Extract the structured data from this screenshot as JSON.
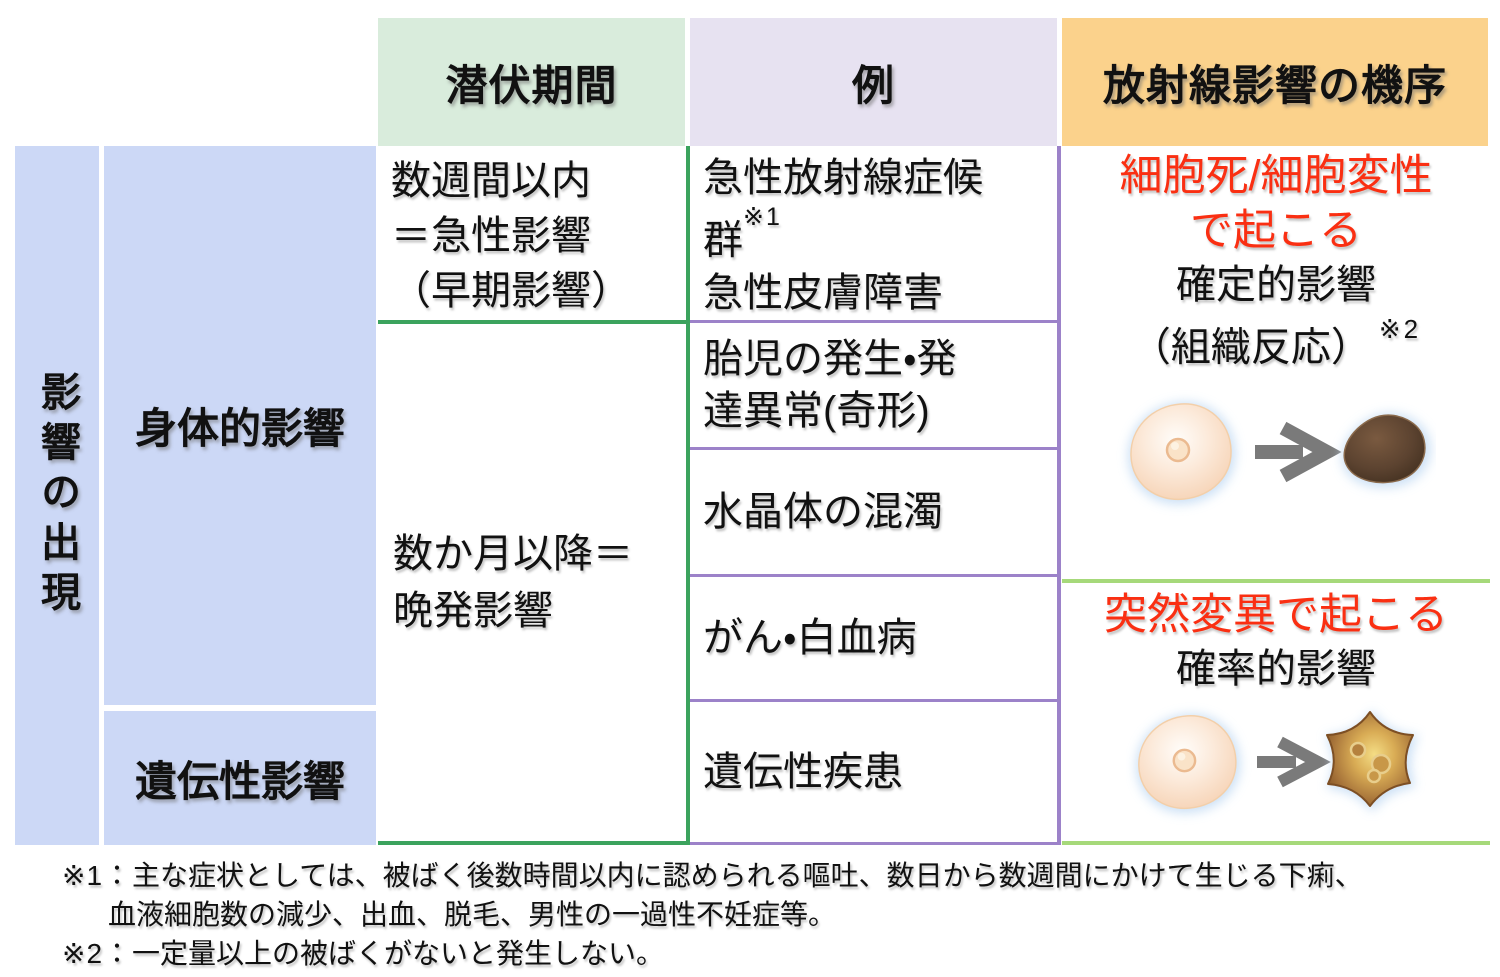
{
  "colors": {
    "header_latency_bg": "#d9ecdc",
    "header_example_bg": "#e7e2f1",
    "header_mechanism_bg": "#fbd28c",
    "row_label_bg": "#ccd8f6",
    "border_green": "#3ba35d",
    "border_light_green": "#a6d97a",
    "border_purple": "#9c82c9",
    "accent_red": "#fa2f12",
    "text_color": "#111111"
  },
  "table": {
    "corner_label": "影響の出現",
    "headers": {
      "latency": "潜伏期間",
      "examples": "例",
      "mechanism": "放射線影響の機序"
    },
    "row_groups": {
      "somatic": "身体的影響",
      "hereditary": "遺伝性影響"
    },
    "latency": {
      "acute": {
        "line1": "数週間以内",
        "line2": "＝急性影響",
        "line3": "（早期影響）"
      },
      "late": {
        "line1": "数か月以降＝",
        "line2": "晩発影響"
      }
    },
    "examples": {
      "acute_syndrome": {
        "line1": "急性放射線症候",
        "line2": "群",
        "sup": "※1",
        "line3": "急性皮膚障害"
      },
      "fetal": {
        "line1": "胎児の発生・発",
        "line2": "達異常(奇形)"
      },
      "lens": {
        "text": "水晶体の混濁"
      },
      "cancer": {
        "text": "がん・白血病"
      },
      "hereditary": {
        "text": "遺伝性疾患"
      }
    },
    "mechanism": {
      "deterministic": {
        "red1": "細胞死/細胞変性",
        "red2": "で起こる",
        "black1": "確定的影響",
        "black2": "（組織反応）",
        "sup": "※2"
      },
      "stochastic": {
        "red1": "突然変異で起こる",
        "black1": "確率的影響"
      }
    }
  },
  "icons": {
    "healthy_cell": "healthy-cell-icon",
    "arrow": "transform-arrow-icon",
    "dead_cell": "dead-cell-icon",
    "mutated_cell": "mutated-cell-icon"
  },
  "footnotes": {
    "note1": {
      "marker": "※1：",
      "line1": "主な症状としては、被ばく後数時間以内に認められる嘔吐、数日から数週間にかけて生じる下痢、",
      "line2": "血液細胞数の減少、出血、脱毛、男性の一過性不妊症等。"
    },
    "note2": {
      "marker": "※2：",
      "line1": "一定量以上の被ばくがないと発生しない。"
    }
  }
}
